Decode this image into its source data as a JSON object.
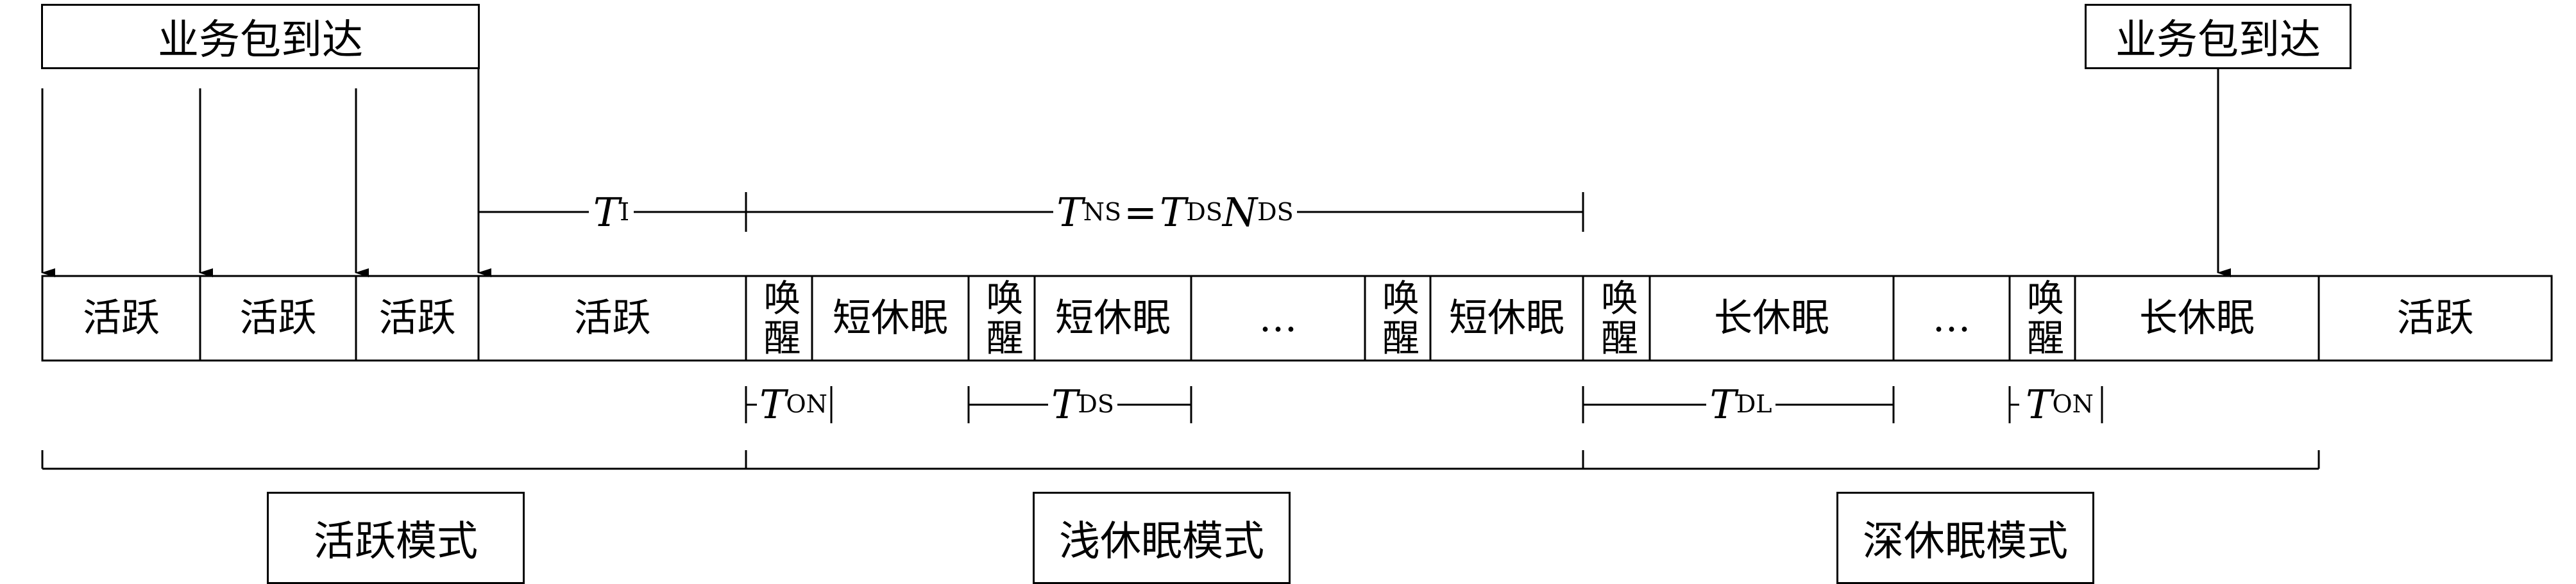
{
  "arrival_label_left": "业务包到达",
  "arrival_label_right": "业务包到达",
  "segments": [
    "活跃",
    "活跃",
    "活跃",
    "活跃",
    "唤醒",
    "短休眠",
    "唤醒",
    "短休眠",
    "…",
    "唤醒",
    "短休眠",
    "唤醒",
    "长休眠",
    "…",
    "唤醒",
    "长休眠",
    "活跃"
  ],
  "labels": {
    "t_i": {
      "sym": "T",
      "sub": "I"
    },
    "t_ns": {
      "sym1": "T",
      "sub1": "NS",
      "eq": "=",
      "sym2": "T",
      "sub2": "DS",
      "sym3": "N",
      "sub3": "DS"
    },
    "t_on_1": {
      "sym": "T",
      "sub": "ON"
    },
    "t_ds": {
      "sym": "T",
      "sub": "DS"
    },
    "t_dl": {
      "sym": "T",
      "sub": "DL"
    },
    "t_on_2": {
      "sym": "T",
      "sub": "ON"
    }
  },
  "modes": {
    "active": "活跃模式",
    "light_sleep": "浅休眠模式",
    "deep_sleep": "深休眠模式"
  }
}
